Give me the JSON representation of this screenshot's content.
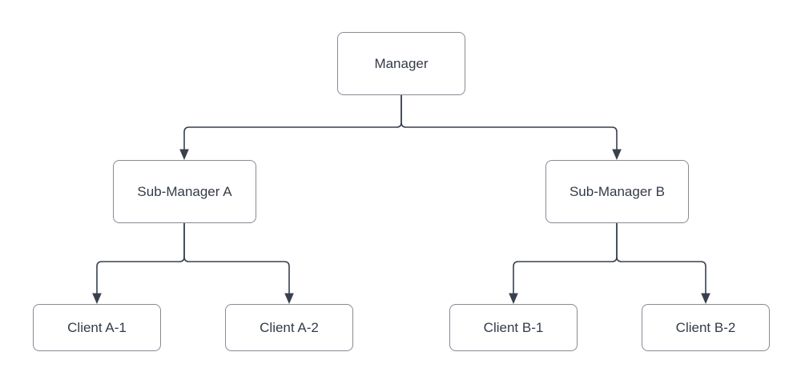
{
  "nodes": {
    "manager": {
      "label": "Manager"
    },
    "sub_a": {
      "label": "Sub-Manager A"
    },
    "sub_b": {
      "label": "Sub-Manager B"
    },
    "client_a1": {
      "label": "Client A-1"
    },
    "client_a2": {
      "label": "Client A-2"
    },
    "client_b1": {
      "label": "Client B-1"
    },
    "client_b2": {
      "label": "Client B-2"
    }
  },
  "edges": [
    {
      "from": "Manager",
      "to": "Sub-Manager A"
    },
    {
      "from": "Manager",
      "to": "Sub-Manager B"
    },
    {
      "from": "Sub-Manager A",
      "to": "Client A-1"
    },
    {
      "from": "Sub-Manager A",
      "to": "Client A-2"
    },
    {
      "from": "Sub-Manager B",
      "to": "Client B-1"
    },
    {
      "from": "Sub-Manager B",
      "to": "Client B-2"
    }
  ],
  "colors": {
    "background": "#ffffff",
    "node_fill": "#ffffff",
    "node_border": "#858b94",
    "connector": "#39404d",
    "text": "#343b47"
  }
}
